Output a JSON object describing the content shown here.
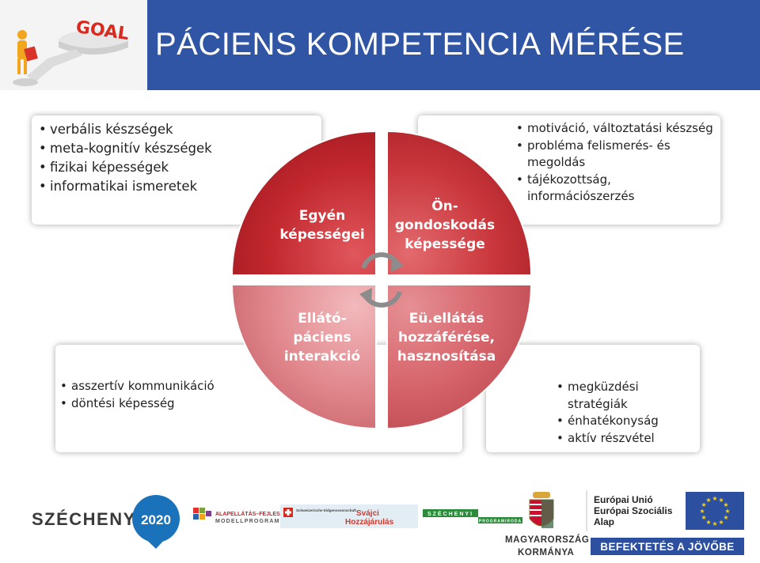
{
  "header": {
    "title": "PÁCIENS KOMPETENCIA MÉRÉSE",
    "goal_text": "GOAL"
  },
  "boxes": {
    "top_left": [
      "verbális készségek",
      "meta-kognitív készségek",
      "fizikai képességek",
      "informatikai ismeretek"
    ],
    "top_right": [
      {
        "lines": [
          "motiváció, változtatási készség"
        ]
      },
      {
        "lines": [
          "probléma felismerés- és",
          "megoldás"
        ]
      },
      {
        "lines": [
          "tájékozottság,",
          "információszerzés"
        ]
      }
    ],
    "bottom_left": [
      "asszertív kommunikáció",
      "döntési képesség"
    ],
    "bottom_right": [
      {
        "lines": [
          "megküzdési",
          "stratégiák"
        ]
      },
      {
        "lines": [
          "énhatékonyság"
        ]
      },
      {
        "lines": [
          "aktív részvétel"
        ]
      }
    ]
  },
  "quadrants": {
    "top_left": [
      "Egyén",
      "képességei"
    ],
    "top_right": [
      "Ön-",
      "gondoskodás",
      "képessége"
    ],
    "bottom_left": [
      "Ellátó-",
      "páciens",
      "interakció"
    ],
    "bottom_right": [
      "Eü.ellátás",
      "hozzáférése,",
      "hasznosítása"
    ]
  },
  "footer": {
    "szechenyi": "SZÉCHENYI",
    "year": "2020",
    "alap_line1": "ALAPELLÁTÁS–FEJLESZTÉSI",
    "alap_line2": "MODELLPROGRAM",
    "swiss_small": "Schweizerische Eidgenossenschaft",
    "swiss_line1": "Svájci",
    "swiss_line2": "Hozzájárulás",
    "szechenyi_small": "SZÉCHENYI",
    "programiroda": "PROGRAMIRODA",
    "gov_line1": "MAGYARORSZÁG",
    "gov_line2": "KORMÁNYA",
    "eu_line1": "Európai Unió",
    "eu_line2": "Európai Szociális",
    "eu_line3": "Alap",
    "eu_slogan": "BEFEKTETÉS A JÖVŐBE"
  },
  "colors": {
    "header_blue": "#2f55a4",
    "quad_red": "#c0252b",
    "quad_pink": "#d96d75",
    "eu_blue": "#2d4fa0",
    "eu_star": "#ffd200"
  }
}
